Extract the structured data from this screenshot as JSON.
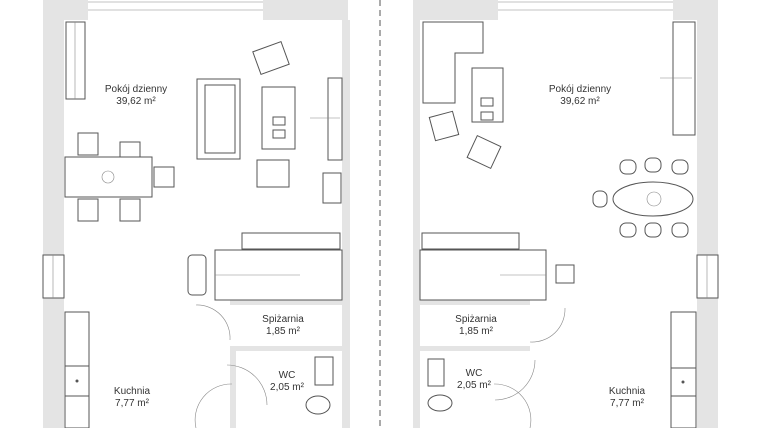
{
  "plans": [
    {
      "side": "left",
      "rooms": [
        {
          "name": "Pokój dzienny",
          "area": "39,62 m²"
        },
        {
          "name": "Spiżarnia",
          "area": "1,85 m²"
        },
        {
          "name": "WC",
          "area": "2,05 m²"
        },
        {
          "name": "Kuchnia",
          "area": "7,77 m²"
        }
      ]
    },
    {
      "side": "right",
      "rooms": [
        {
          "name": "Pokój dzienny",
          "area": "39,62 m²"
        },
        {
          "name": "Spiżarnia",
          "area": "1,85 m²"
        },
        {
          "name": "WC",
          "area": "2,05 m²"
        },
        {
          "name": "Kuchnia",
          "area": "7,77 m²"
        }
      ]
    }
  ],
  "colors": {
    "wall": "#e4e4e4",
    "line": "#555555"
  }
}
